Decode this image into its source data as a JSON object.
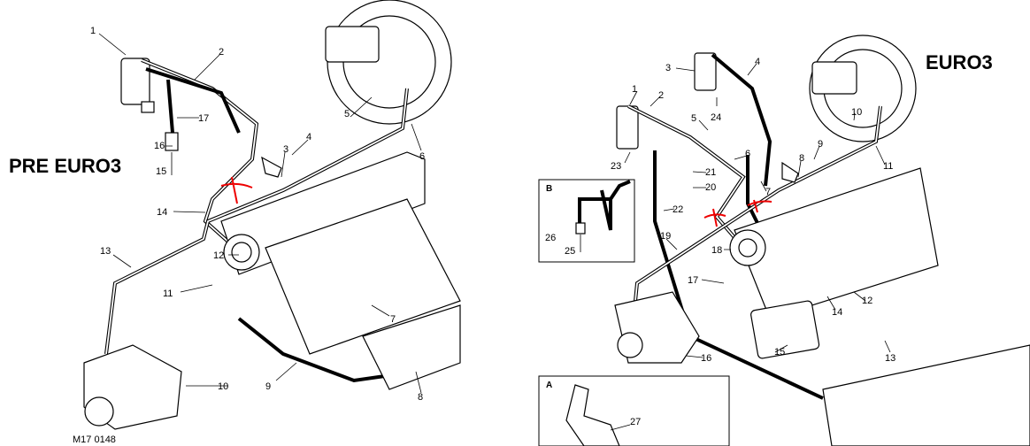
{
  "titles": {
    "left": "PRE EURO3",
    "right": "EURO3"
  },
  "figure_code": "M17 0148",
  "left_labels": [
    "1",
    "2",
    "17",
    "16",
    "15",
    "3",
    "4",
    "5",
    "6",
    "14",
    "12",
    "13",
    "11",
    "7",
    "9",
    "10",
    "8"
  ],
  "right_labels": [
    "3",
    "4",
    "1",
    "2",
    "24",
    "5",
    "6",
    "23",
    "21",
    "20",
    "8",
    "9",
    "10",
    "11",
    "7",
    "22",
    "19",
    "18",
    "17",
    "14",
    "12",
    "16",
    "15",
    "13"
  ],
  "inset_b": {
    "title": "B",
    "labels": [
      "26",
      "25"
    ]
  },
  "inset_a": {
    "title": "A",
    "labels": [
      "27"
    ]
  },
  "colors": {
    "line": "#000000",
    "annotation": "#e00000"
  }
}
